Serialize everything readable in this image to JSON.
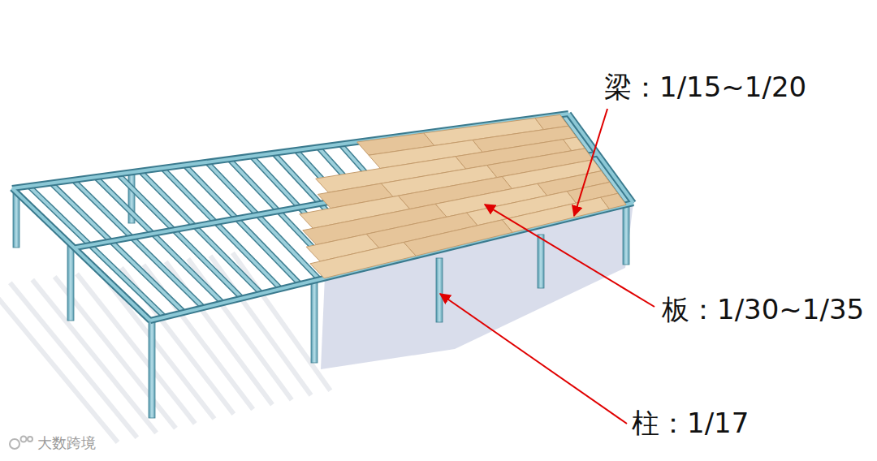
{
  "diagram": {
    "labels": [
      "梁：1/15~1/20",
      "板：1/30~1/35",
      "柱：1/17",
      "大数跨境"
    ]
  }
}
